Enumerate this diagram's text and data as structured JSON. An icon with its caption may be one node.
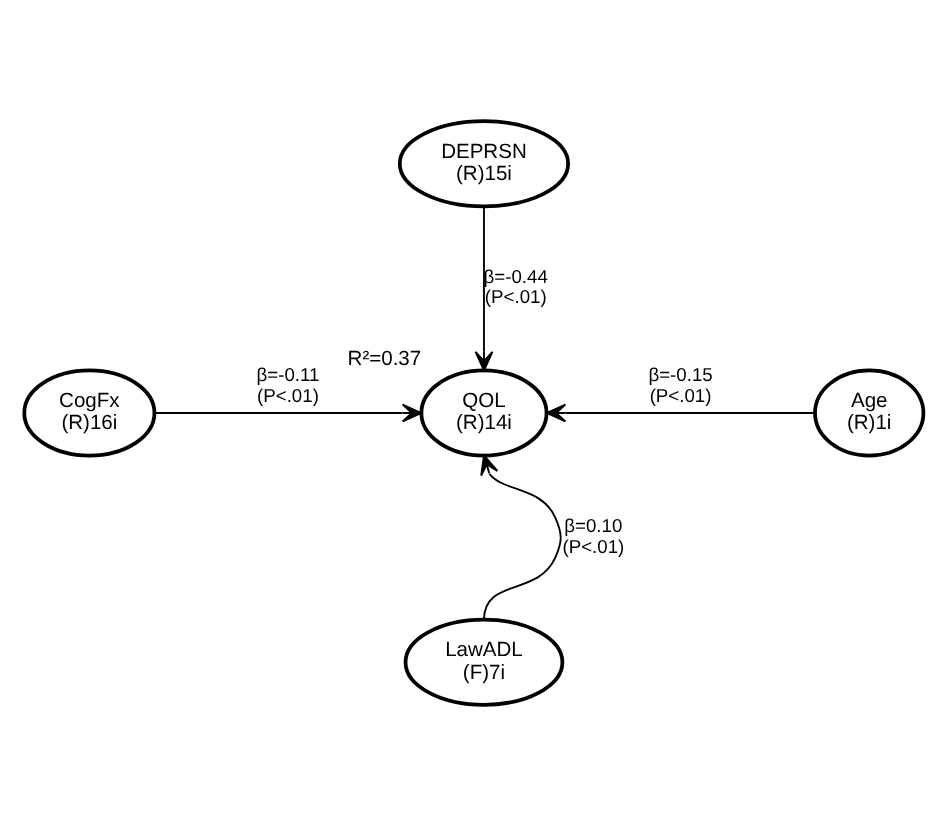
{
  "diagram": {
    "nodes": [
      {
        "text": [
          "DEPRSN",
          "(R)15i"
        ]
      },
      {
        "text": [
          "CogFx",
          "(R)16i"
        ]
      },
      {
        "text": [
          "QOL",
          "(R)14i"
        ],
        "beside": [
          "R²=0.37"
        ]
      },
      {
        "text": [
          "Age",
          "(R)1i"
        ]
      },
      {
        "text": [
          "LawADL",
          "(F)7i"
        ]
      }
    ],
    "edges": [
      {
        "from": 0,
        "to": 2,
        "arrow": "to",
        "label": "β=-0.44 (P<.01)"
      },
      {
        "from": 1,
        "to": 2,
        "arrow": "to",
        "label": "β=-0.11 (P<.01)"
      },
      {
        "from": 3,
        "to": 2,
        "arrow": "to",
        "label": "β=-0.15 (P<.01)"
      },
      {
        "from": 4,
        "to": 2,
        "arrow": "to",
        "label": "β=0.10 (P<.01)"
      }
    ]
  }
}
